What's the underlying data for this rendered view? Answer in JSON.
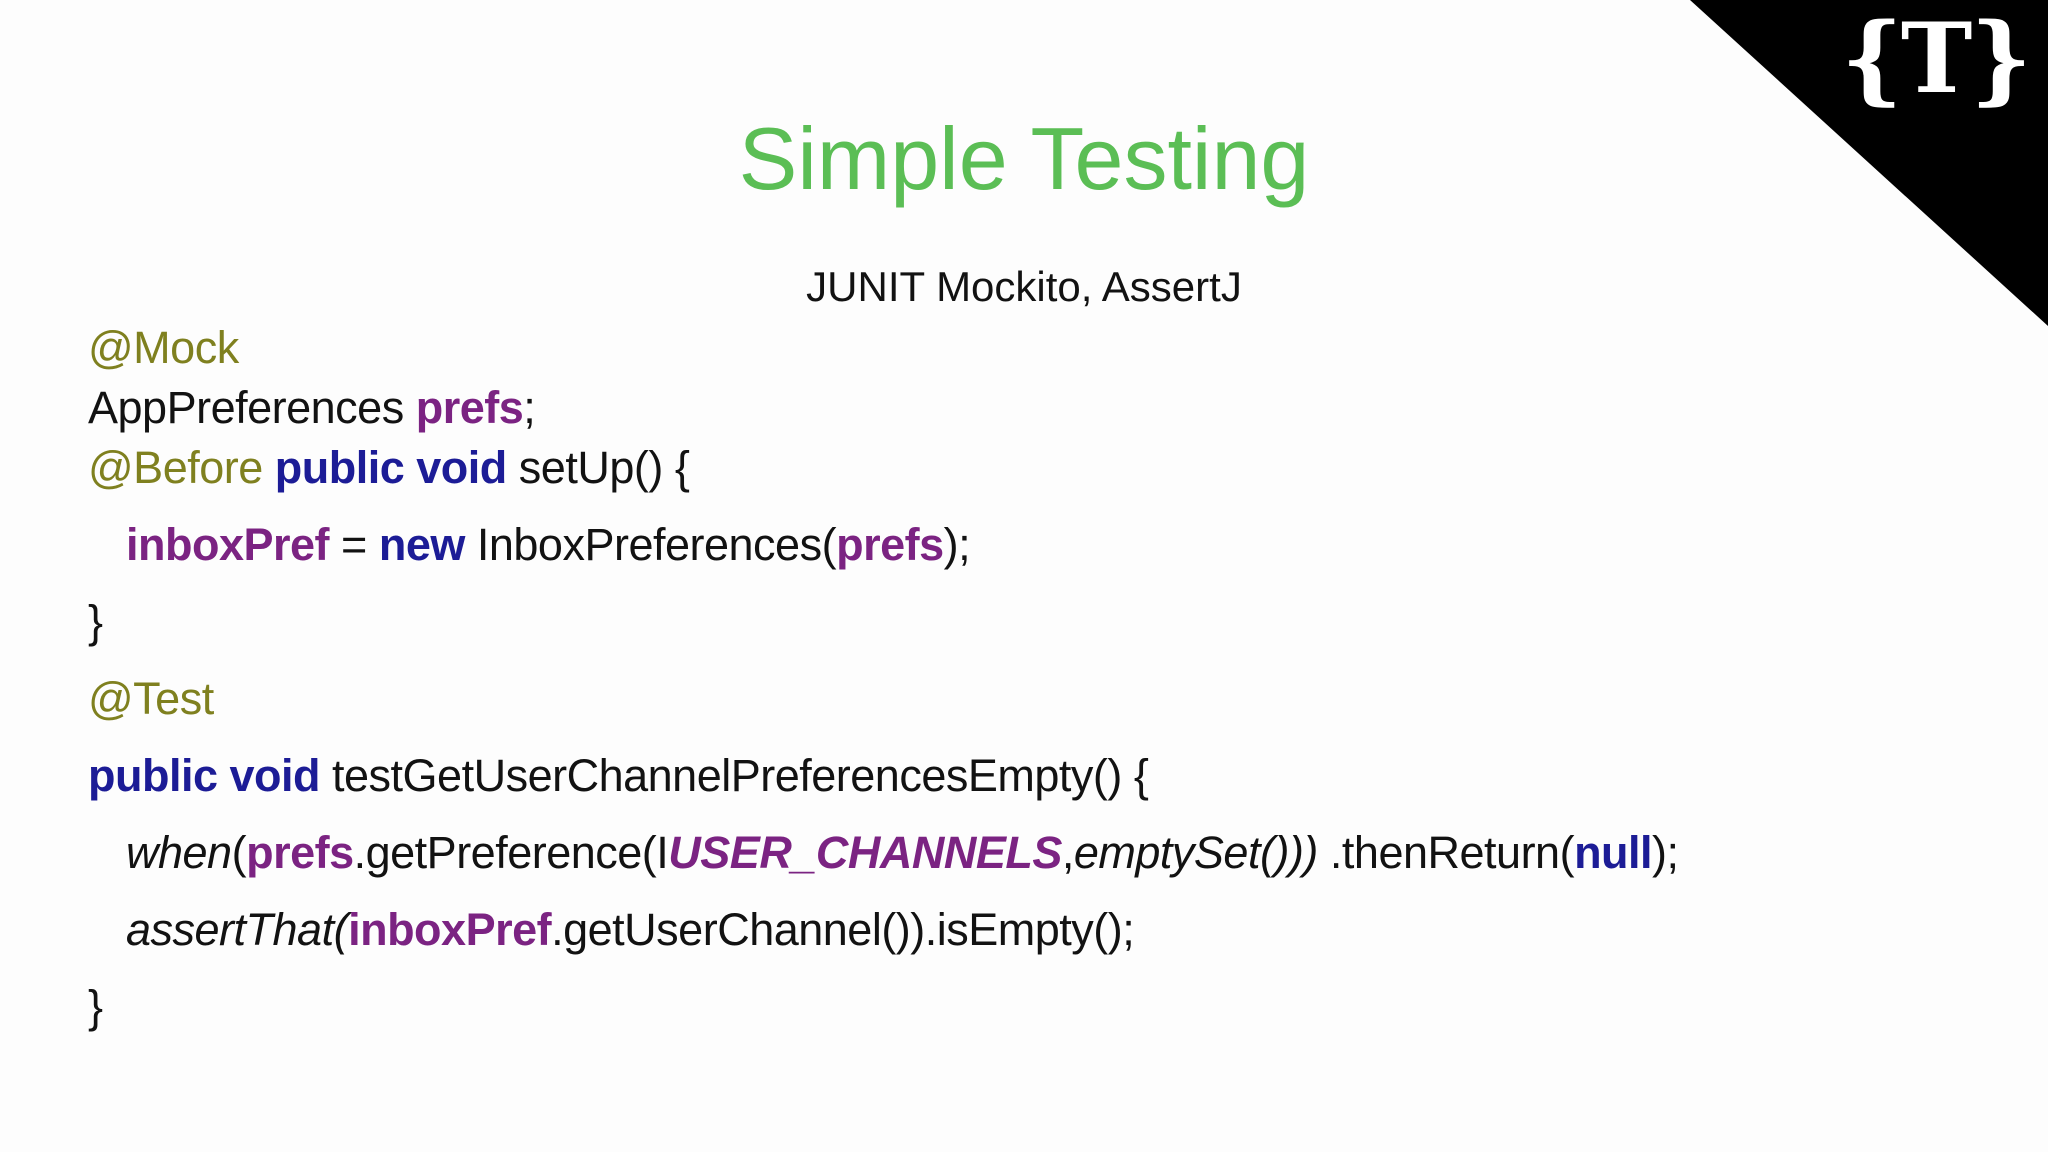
{
  "slide": {
    "title": "Simple Testing",
    "subtitle": "JUNIT Mockito, AssertJ",
    "logo_text": "{T}",
    "colors": {
      "background": "#fdfdfd",
      "title_green": "#5bbe55",
      "annotation_olive": "#7f801f",
      "keyword_blue": "#1c1c96",
      "field_purple": "#7b2382",
      "code_black": "#121212",
      "corner_black": "#000000",
      "logo_white": "#ffffff"
    },
    "code_lines": [
      {
        "indent": false,
        "segments": [
          {
            "text": "@Mock",
            "style": "annotation"
          }
        ]
      },
      {
        "indent": false,
        "segments": [
          {
            "text": "AppPreferences ",
            "style": "plain"
          },
          {
            "text": "prefs",
            "style": "field"
          },
          {
            "text": ";",
            "style": "plain"
          }
        ]
      },
      {
        "indent": false,
        "segments": [
          {
            "text": "@Before ",
            "style": "annotation"
          },
          {
            "text": "public void",
            "style": "keyword"
          },
          {
            "text": " setUp() {",
            "style": "plain"
          }
        ]
      },
      {
        "indent": true,
        "segments": [
          {
            "text": "inboxPref",
            "style": "field"
          },
          {
            "text": " = ",
            "style": "plain"
          },
          {
            "text": "new",
            "style": "keyword"
          },
          {
            "text": " InboxPreferences(",
            "style": "plain"
          },
          {
            "text": "prefs",
            "style": "field"
          },
          {
            "text": ");",
            "style": "plain"
          }
        ]
      },
      {
        "indent": false,
        "segments": [
          {
            "text": "}",
            "style": "plain"
          }
        ]
      },
      {
        "indent": false,
        "segments": [
          {
            "text": "@Test",
            "style": "annotation"
          }
        ]
      },
      {
        "indent": false,
        "segments": [
          {
            "text": "public void",
            "style": "keyword"
          },
          {
            "text": " testGetUserChannelPreferencesEmpty() {",
            "style": "plain"
          }
        ]
      },
      {
        "indent": true,
        "segments": [
          {
            "text": "when",
            "style": "italic"
          },
          {
            "text": "(",
            "style": "plain"
          },
          {
            "text": "prefs",
            "style": "field"
          },
          {
            "text": ".getPreference(I",
            "style": "plain"
          },
          {
            "text": "USER_CHANNELS",
            "style": "field-italic"
          },
          {
            "text": ",",
            "style": "plain"
          },
          {
            "text": "emptySet",
            "style": "italic"
          },
          {
            "text": "()))",
            "style": "italic"
          },
          {
            "text": " .thenReturn(",
            "style": "plain"
          },
          {
            "text": "null",
            "style": "keyword"
          },
          {
            "text": ");",
            "style": "plain"
          }
        ]
      },
      {
        "indent": true,
        "segments": [
          {
            "text": "assertThat(",
            "style": "italic"
          },
          {
            "text": "inboxPref",
            "style": "field"
          },
          {
            "text": ".getUserChannel()).isEmpty();",
            "style": "plain"
          }
        ]
      },
      {
        "indent": false,
        "segments": [
          {
            "text": "}",
            "style": "plain"
          }
        ]
      }
    ]
  }
}
